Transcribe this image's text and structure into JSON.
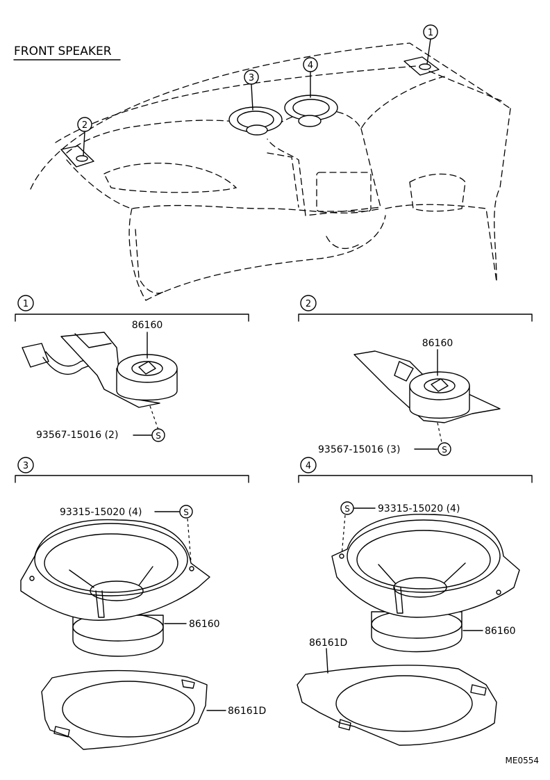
{
  "title": "FRONT SPEAKER",
  "overview": {
    "callouts": [
      "1",
      "2",
      "3",
      "4"
    ]
  },
  "detail_1": {
    "index": "1",
    "part": "86160",
    "screw": "93567-15016 (2)",
    "screw_symbol": "S"
  },
  "detail_2": {
    "index": "2",
    "part": "86160",
    "screw": "93567-15016 (3)",
    "screw_symbol": "S"
  },
  "detail_3": {
    "index": "3",
    "screw": "93315-15020 (4)",
    "screw_symbol": "S",
    "speaker": "86160",
    "bracket": "86161D"
  },
  "detail_4": {
    "index": "4",
    "screw": "93315-15020 (4)",
    "screw_symbol": "S",
    "speaker": "86160",
    "bracket": "86161D"
  },
  "figure_code": "ME0554"
}
